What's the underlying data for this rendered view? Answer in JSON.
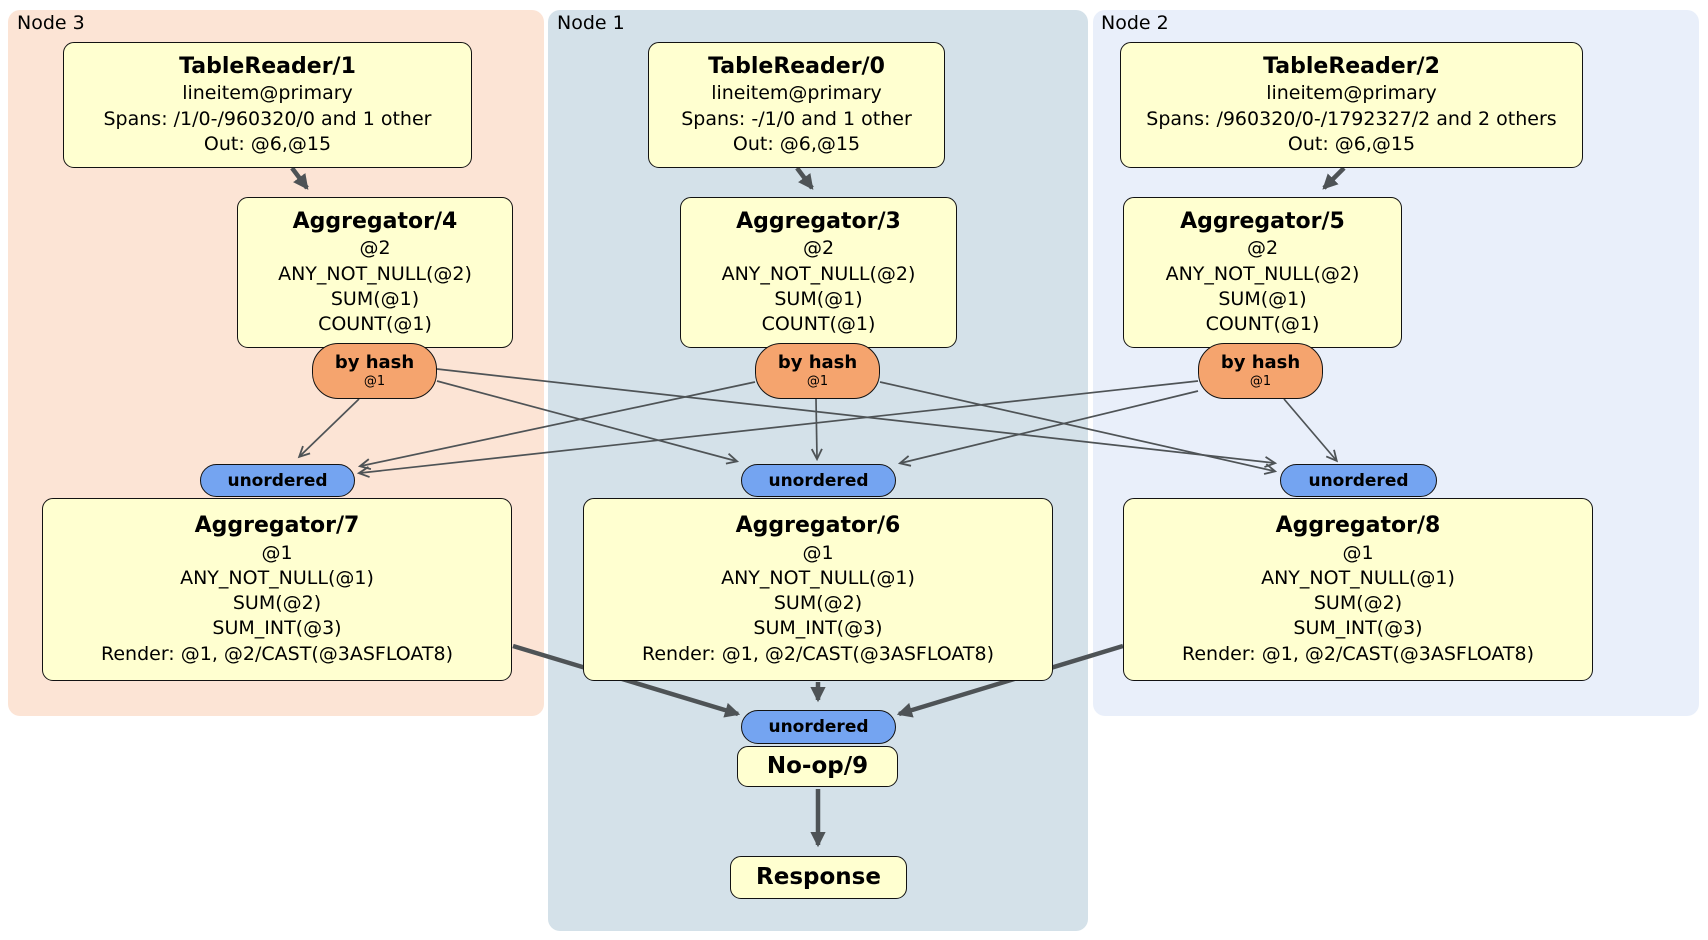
{
  "regions": [
    {
      "label": "Node 3",
      "color": "#fce4d5"
    },
    {
      "label": "Node 1",
      "color": "#d4e1e9"
    },
    {
      "label": "Node 2",
      "color": "#e9effa"
    }
  ],
  "processors": {
    "tablereader1": {
      "title": "TableReader/1",
      "lines": [
        "lineitem@primary",
        "Spans: /1/0-/960320/0 and 1 other",
        "Out: @6,@15"
      ]
    },
    "tablereader0": {
      "title": "TableReader/0",
      "lines": [
        "lineitem@primary",
        "Spans: -/1/0 and 1 other",
        "Out: @6,@15"
      ]
    },
    "tablereader2": {
      "title": "TableReader/2",
      "lines": [
        "lineitem@primary",
        "Spans: /960320/0-/1792327/2 and 2 others",
        "Out: @6,@15"
      ]
    },
    "aggregator4": {
      "title": "Aggregator/4",
      "lines": [
        "@2",
        "ANY_NOT_NULL(@2)",
        "SUM(@1)",
        "COUNT(@1)"
      ]
    },
    "aggregator3": {
      "title": "Aggregator/3",
      "lines": [
        "@2",
        "ANY_NOT_NULL(@2)",
        "SUM(@1)",
        "COUNT(@1)"
      ]
    },
    "aggregator5": {
      "title": "Aggregator/5",
      "lines": [
        "@2",
        "ANY_NOT_NULL(@2)",
        "SUM(@1)",
        "COUNT(@1)"
      ]
    },
    "aggregator7": {
      "title": "Aggregator/7",
      "lines": [
        "@1",
        "ANY_NOT_NULL(@1)",
        "SUM(@2)",
        "SUM_INT(@3)",
        "Render: @1, @2/CAST(@3ASFLOAT8)"
      ]
    },
    "aggregator6": {
      "title": "Aggregator/6",
      "lines": [
        "@1",
        "ANY_NOT_NULL(@1)",
        "SUM(@2)",
        "SUM_INT(@3)",
        "Render: @1, @2/CAST(@3ASFLOAT8)"
      ]
    },
    "aggregator8": {
      "title": "Aggregator/8",
      "lines": [
        "@1",
        "ANY_NOT_NULL(@1)",
        "SUM(@2)",
        "SUM_INT(@3)",
        "Render: @1, @2/CAST(@3ASFLOAT8)"
      ]
    },
    "noop9": {
      "title": "No-op/9"
    },
    "response": {
      "title": "Response"
    }
  },
  "routers": {
    "byhash_label": "by hash",
    "byhash_sub": "@1",
    "unordered_label": "unordered",
    "byhash_color": "#f5a46e",
    "unordered_color": "#74a4f1",
    "processor_color": "#ffffd0",
    "edge_color": "#4e5356"
  }
}
